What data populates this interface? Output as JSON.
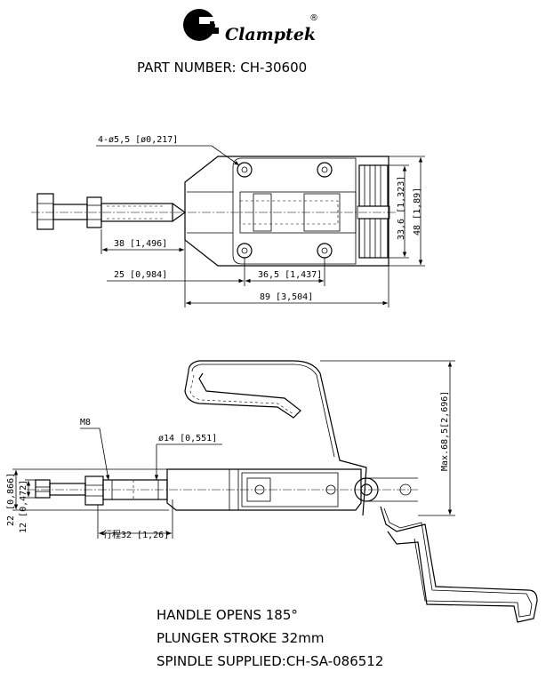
{
  "header": {
    "brand": "Clamptek",
    "registered_mark": "®",
    "part_number": "PART NUMBER: CH-30600"
  },
  "top_view": {
    "dim_holes": "4-ø5,5 [ø0,217]",
    "dim_38": "38 [1,496]",
    "dim_25": "25 [0,984]",
    "dim_36_5": "36,5 [1,437]",
    "dim_89": "89 [3,504]",
    "dim_33_6": "33,6 [1,323]",
    "dim_48": "48 [1,89]"
  },
  "side_view": {
    "thread": "M8",
    "dim_dia14": "ø14 [0,551]",
    "dim_stroke": "行程32 [1,26]",
    "dim_22": "22 [0,866]",
    "dim_12": "12 [0,472]",
    "dim_max": "Max.68,5[2,696]"
  },
  "notes": [
    "HANDLE OPENS 185°",
    "PLUNGER STROKE  32mm",
    "SPINDLE SUPPLIED:CH-SA-086512"
  ]
}
